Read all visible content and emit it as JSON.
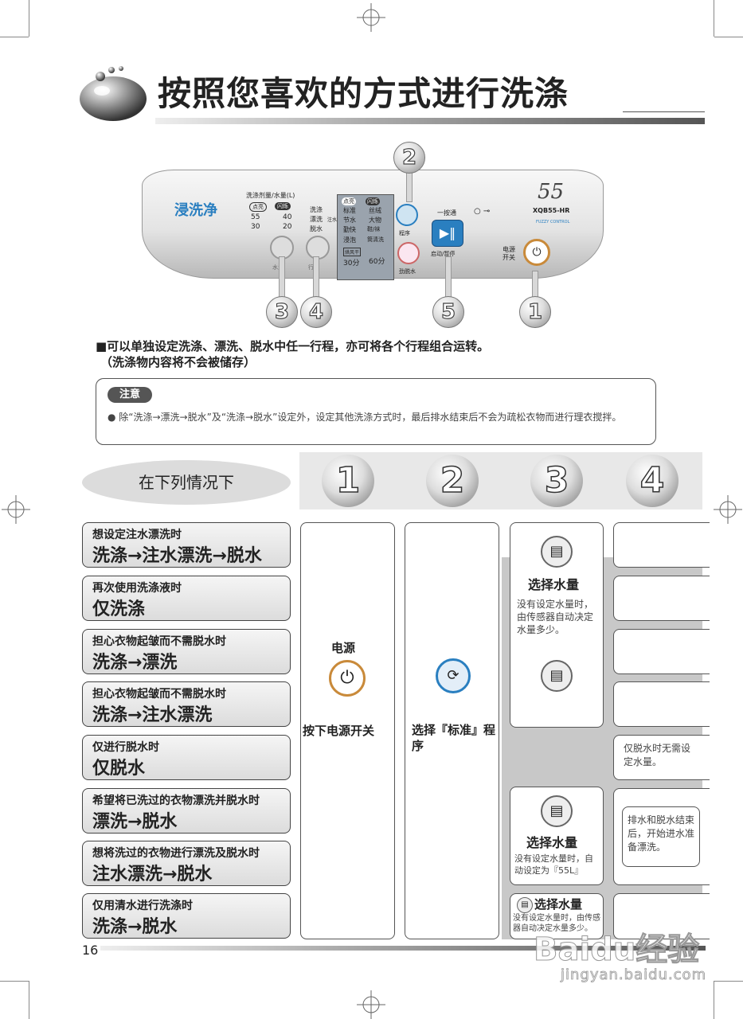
{
  "title": "按照您喜欢的方式进行洗涤",
  "panel": {
    "brand": "浸洗净",
    "model_no": "55",
    "model": "XQB55-HR",
    "fuzzy": "FUZZY CONTROL",
    "dose_label": "洗涤剂量/水量(L)",
    "dot_label": "点亮",
    "flash_label": "闪烁",
    "water_levels": [
      "55",
      "40",
      "30",
      "20"
    ],
    "steps": [
      "洗涤",
      "漂洗",
      "脱水"
    ],
    "inject": "注水",
    "programs": [
      [
        "标准",
        "丝绒"
      ],
      [
        "节水",
        "大物"
      ],
      [
        "勤快",
        "鞋/袜"
      ],
      [
        "浸泡",
        "筒清洗"
      ]
    ],
    "dry": "烘风干",
    "time_a": "30分",
    "time_b": "60分",
    "program_label": "程序",
    "spin_label": "劲脱水",
    "one_touch": "一按通",
    "start_label": "启动/暂停",
    "power_label_1": "电源",
    "power_label_2": "开关",
    "water_label": "水量",
    "process_label": "行程"
  },
  "callouts": [
    "2",
    "3",
    "4",
    "5",
    "1"
  ],
  "intro": {
    "line1": "■可以单独设定洗涤、漂洗、脱水中任一行程，亦可将各个行程组合运转。",
    "line2": "（洗涤物内容将不会被储存）"
  },
  "notice": {
    "tag": "注意",
    "text": "● 除“洗涤→漂洗→脱水”及“洗涤→脱水”设定外，设定其他洗涤方式时，最后排水结束后不会为疏松衣物而进行理衣搅拌。"
  },
  "table": {
    "header": "在下列情况下",
    "col_nums": [
      "1",
      "2",
      "3",
      "4"
    ],
    "cases": [
      {
        "sub": "想设定注水漂洗时",
        "main": "洗涤→注水漂洗→脱水"
      },
      {
        "sub": "再次使用洗涤液时",
        "main": "仅洗涤"
      },
      {
        "sub": "担心衣物起皱而不需脱水时",
        "main": "洗涤→漂洗"
      },
      {
        "sub": "担心衣物起皱而不需脱水时",
        "main": "洗涤→注水漂洗"
      },
      {
        "sub": "仅进行脱水时",
        "main": "仅脱水"
      },
      {
        "sub": "希望将已洗过的衣物漂洗并脱水时",
        "main": "漂洗→脱水"
      },
      {
        "sub": "想将洗过的衣物进行漂洗及脱水时",
        "main": "注水漂洗→脱水"
      },
      {
        "sub": "仅用清水进行洗涤时",
        "main": "洗涤→脱水"
      }
    ],
    "col1": {
      "label": "电源",
      "action": "按下电源开关"
    },
    "col2": {
      "action": "选择『标准』程序"
    },
    "col3": {
      "a_title": "选择水量",
      "a_text": "没有设定水量时，由传感器自动决定水量多少。",
      "b_title": "选择水量",
      "b_text": "没有设定水量时，自动设定为『55L』",
      "c_title": "选择水量",
      "c_text": "没有设定水量时，由传感器自动决定水量多少。"
    },
    "col4": {
      "note_a": "仅脱水时无需设定水量。",
      "note_b": "排水和脱水结束后，开始进水准备漂洗。"
    }
  },
  "page_number": "16",
  "watermark": {
    "brand": "Baidu经验",
    "url": "jingyan.baidu.com"
  }
}
